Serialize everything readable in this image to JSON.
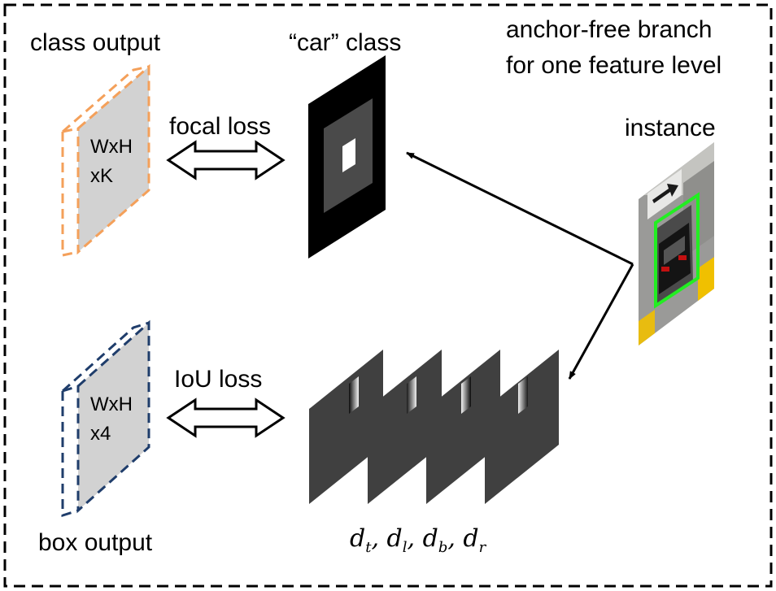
{
  "branch_title": [
    "anchor-free branch",
    "for one feature level"
  ],
  "class_output": {
    "title": "class output",
    "dims": [
      "WxH",
      "xK"
    ],
    "stroke_color": "#f4a05a"
  },
  "box_output": {
    "title": "box output",
    "dims": [
      "WxH",
      "x4"
    ],
    "stroke_color": "#1f3d6b"
  },
  "focal_loss_label": "focal loss",
  "iou_loss_label": "IoU loss",
  "car_class_label": "“car” class",
  "instance_label": "instance",
  "instance_box_color": "#22ee22",
  "regression_targets": {
    "terms": [
      {
        "base": "d",
        "sub": "t"
      },
      {
        "base": "d",
        "sub": "l"
      },
      {
        "base": "d",
        "sub": "b"
      },
      {
        "base": "d",
        "sub": "r"
      }
    ]
  }
}
